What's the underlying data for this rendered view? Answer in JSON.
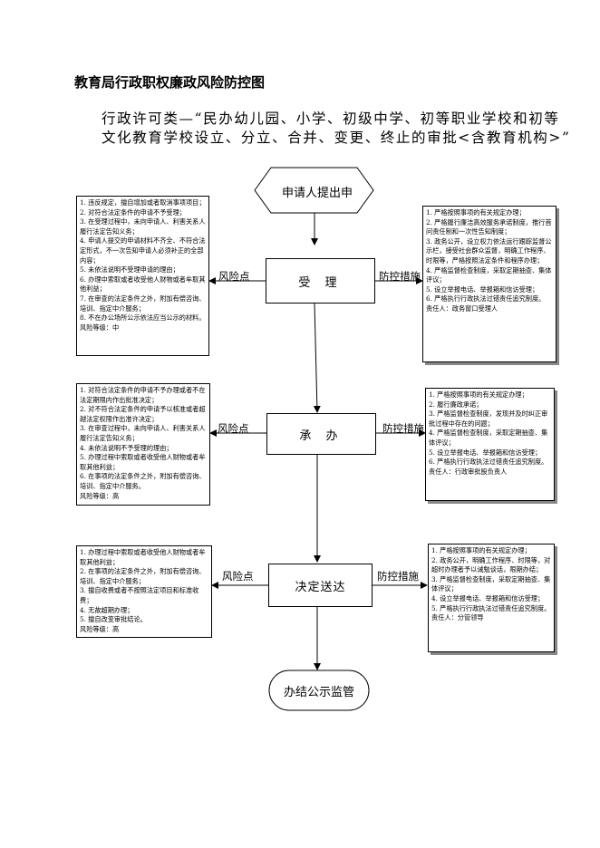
{
  "title": "教育局行政职权廉政风险防控图",
  "subtitle_line1": "行政许可类—“民办幼儿园、小学、初级中学、初等职业学校和初等",
  "subtitle_line2": "文化教育学校设立、分立、合并、变更、终止的审批<含教育机构>”",
  "start_node": "申请人提出申",
  "end_node": "办结公示监管",
  "risk_label": "风险点",
  "control_label": "防控措施",
  "steps": [
    {
      "name": "受 理",
      "risk_points": [
        "1. 违反规定，擅自增加或者取消事项项目；",
        "2. 对符合法定条件的申请不予受理；",
        "3. 在受理过程中，未向申请人、利害关系人履行法定告知义务；",
        "4. 申请人提交的申请材料不齐全、不符合法定形式，不一次告知申请人必须补正的全部内容；",
        "5. 未依法说明不受理申请的理由；",
        "6. 办理中索取或者收受他人财物或者牟取其他利益；",
        "7. 在审查的法定条件之外，附加有偿咨询、培训、指定中介服务；",
        "8. 不在办公场所公示依法应当公示的材料。",
        "风险等级：中"
      ],
      "controls": [
        "1. 严格按照事项的有关规定办理；",
        "2. 严格履行廉洁高效服务承诺制度，推行首问责任制和一次性告知制度；",
        "3. 政务公开，设立权力依法运行跟踪监督公示栏，接受社会群众监督，明确工作程序、时限等，严格按照法定条件和程序办理；",
        "4. 严格监督检查制度，采取定期抽查、集体评议；",
        "5. 设立举报电话、举报箱和信访受理；",
        "6. 严格执行行政执法过错责任追究制度。",
        "责任人：政务窗口受理人"
      ]
    },
    {
      "name": "承 办",
      "risk_points": [
        "1. 对符合法定条件的申请不予办理或者不在法定期限内作出批准决定；",
        "2. 对不符合法定条件的申请予以核准或者超越法定权限作出准许决定；",
        "3. 在审查过程中，未向申请人、利害关系人履行法定告知义务；",
        "4. 未依法说明不予受理的理由；",
        "5. 办理过程中索取或者收受他人财物或者牟取其他利益；",
        "6. 在事项的法定条件之外，附加有偿咨询、培训、指定中介服务。",
        "风险等级：高"
      ],
      "controls": [
        "1. 严格按照事项的有关规定办理；",
        "2. 履行廉政承诺；",
        "3. 严格监督检查制度，发现并及时纠正审批过程中存在的问题；",
        "4. 严格监督检查制度，采取定期抽查、集体评议；",
        "5. 设立举报电话、举报箱和信访受理；",
        "6. 严格执行行政执法过错责任追究制度。",
        "责任人：行政审批股负责人"
      ]
    },
    {
      "name": "决定送达",
      "risk_points": [
        "1. 办理过程中索取或者收受他人财物或者牟取其他利益；",
        "2. 在事项的法定条件之外，附加有偿咨询、培训、指定中介服务；",
        "3. 擅自收费或者不按照法定项目和标准收费；",
        "4. 无故超期办理；",
        "5. 擅自改变审批结论。",
        "风险等级：高"
      ],
      "controls": [
        "1. 严格按照事项的有关规定办理；",
        "2. 政务公开，明确工作程序、时限等，对超时办理者予以诫勉谈话，限期办结；",
        "3. 严格监督检查制度，采取定期抽查、集体评议；",
        "4. 设立举报电话、举报箱和信访受理；",
        "5. 严格执行行政执法过错责任追究制度。",
        "责任人：分管领导"
      ]
    }
  ]
}
